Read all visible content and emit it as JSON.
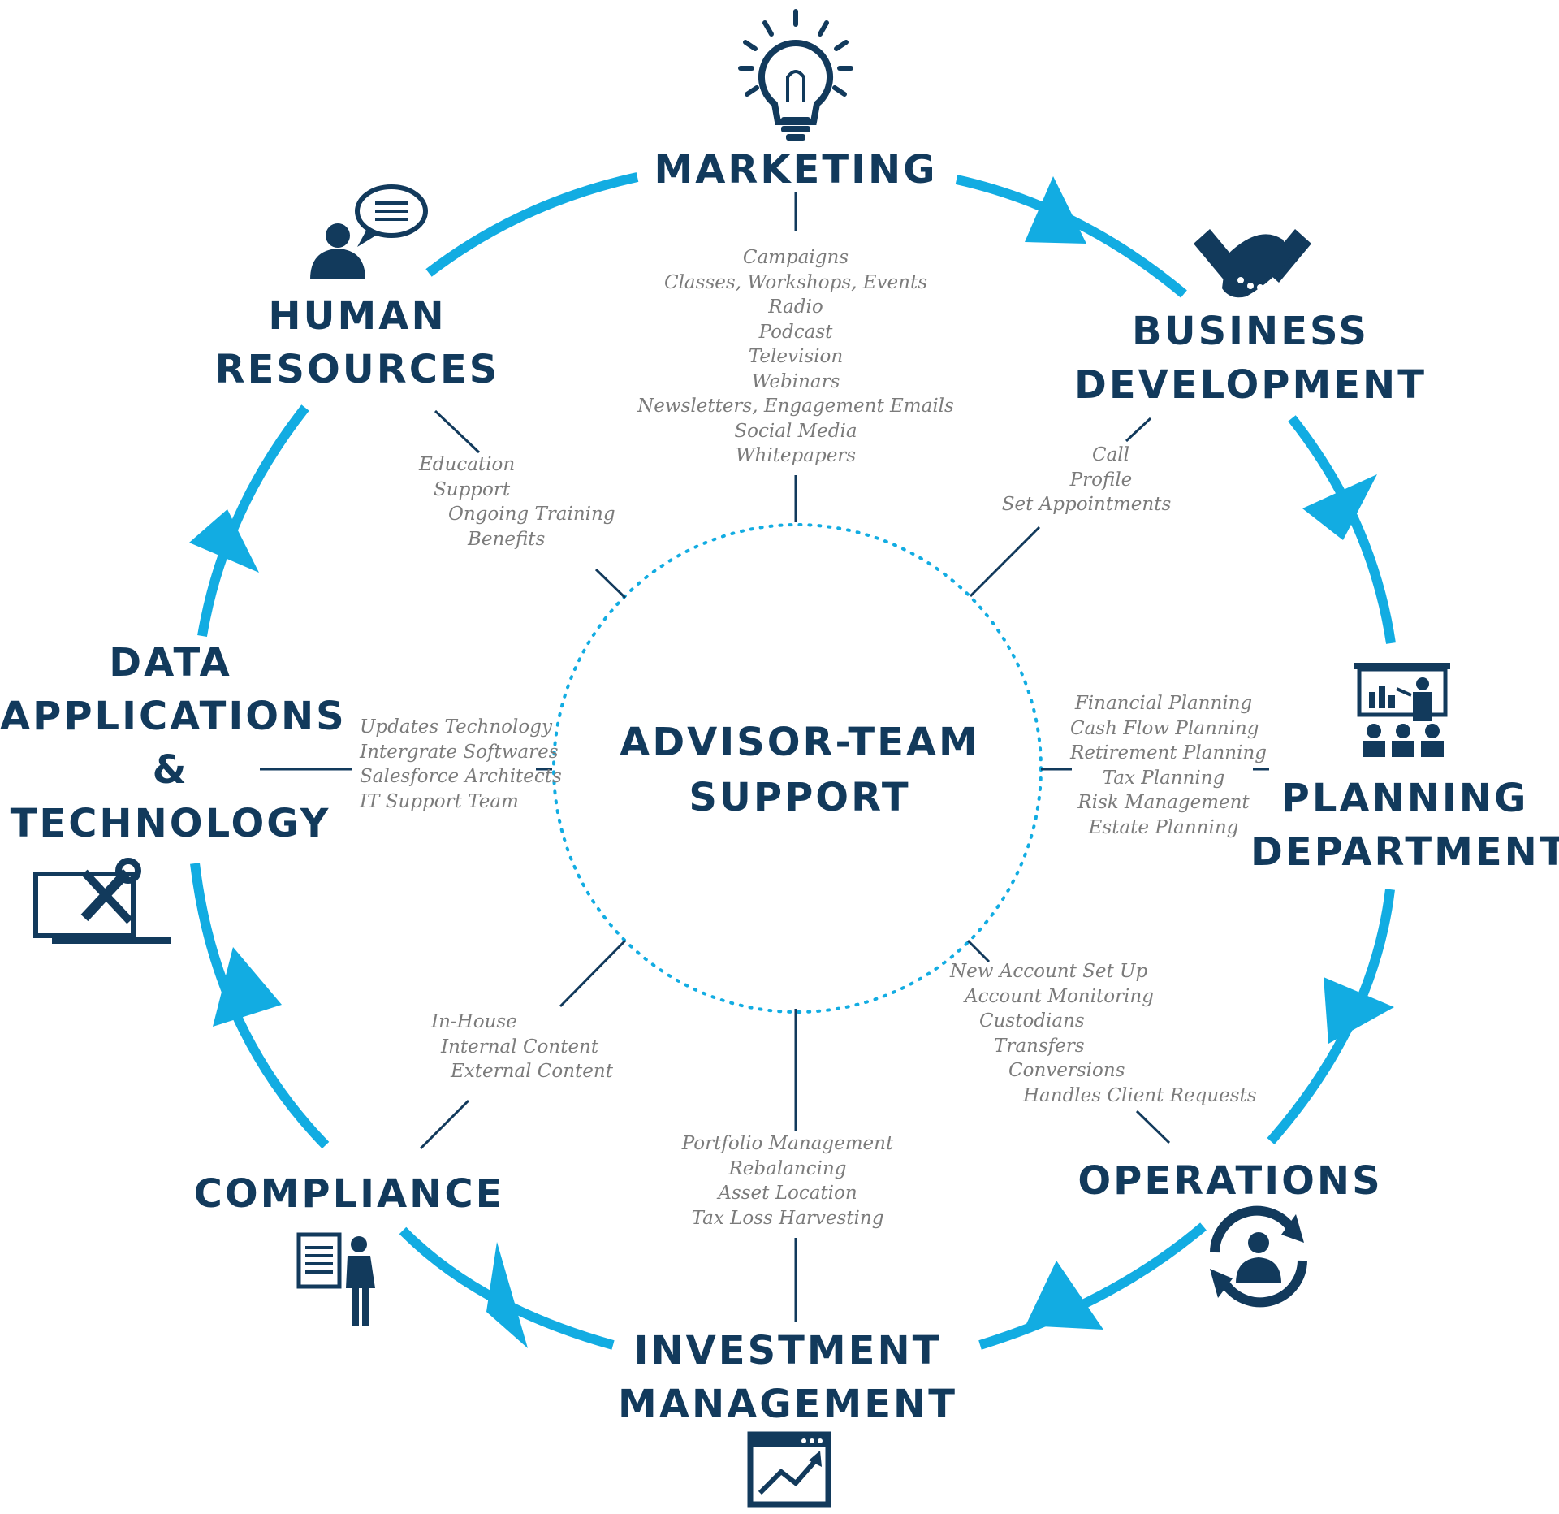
{
  "center": {
    "line1": "ADVISOR-TEAM",
    "line2": "SUPPORT"
  },
  "departments": {
    "marketing": {
      "line1": "MARKETING",
      "icon": "lightbulb-icon",
      "items": [
        "Campaigns",
        "Classes, Workshops, Events",
        "Radio",
        "Podcast",
        "Television",
        "Webinars",
        "Newsletters, Engagement Emails",
        "Social Media",
        "Whitepapers"
      ]
    },
    "business_development": {
      "line1": "BUSINESS",
      "line2": "DEVELOPMENT",
      "icon": "handshake-icon",
      "items": [
        "Call",
        "Profile",
        "Set Appointments"
      ]
    },
    "planning": {
      "line1": "PLANNING",
      "line2": "DEPARTMENT",
      "icon": "presentation-icon",
      "items": [
        "Financial Planning",
        "Cash Flow Planning",
        "Retirement Planning",
        "Tax Planning",
        "Risk Management",
        "Estate Planning"
      ]
    },
    "operations": {
      "line1": "OPERATIONS",
      "icon": "person-cycle-icon",
      "items": [
        "New Account Set Up",
        "Account Monitoring",
        "Custodians",
        "Transfers",
        "Conversions",
        "Handles Client Requests"
      ]
    },
    "investment": {
      "line1": "INVESTMENT",
      "line2": "MANAGEMENT",
      "icon": "growth-chart-icon",
      "items": [
        "Portfolio Management",
        "Rebalancing",
        "Asset Location",
        "Tax Loss Harvesting"
      ]
    },
    "compliance": {
      "line1": "COMPLIANCE",
      "icon": "document-person-icon",
      "items": [
        "In-House",
        "Internal Content",
        "External Content"
      ]
    },
    "data_tech": {
      "line1": "DATA",
      "line2": "APPLICATIONS",
      "line3": "&",
      "line4": "TECHNOLOGY",
      "icon": "laptop-tools-icon",
      "items": [
        "Updates Technology",
        "Intergrate Softwares",
        "Salesforce Architects",
        "IT Support Team"
      ]
    },
    "human_resources": {
      "line1": "HUMAN",
      "line2": "RESOURCES",
      "icon": "person-speech-icon",
      "items": [
        "Education",
        "Support",
        "Ongoing Training",
        "Benefits"
      ]
    }
  },
  "colors": {
    "navy": "#123a5c",
    "accent": "#12ace2",
    "gray": "#7b7b7b"
  }
}
